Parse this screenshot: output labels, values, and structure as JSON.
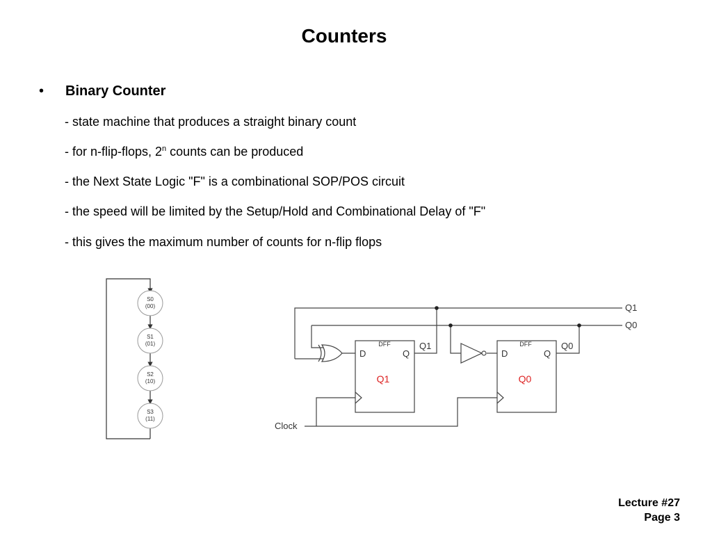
{
  "slide": {
    "title": "Counters",
    "bullet_symbol": "•",
    "bullet_heading": "Binary Counter",
    "points": [
      "- state machine that produces a straight binary count",
      "- the Next State Logic \"F\" is a combinational SOP/POS circuit",
      "- the speed will be limited by the Setup/Hold and Combinational Delay of \"F\"",
      "- this gives the maximum number of counts for n-flip flops"
    ],
    "point_flipflops": {
      "before": "- for n-flip-flops, 2",
      "superscript": "n",
      "after": " counts can be produced"
    }
  },
  "state_diagram": {
    "states": [
      {
        "name": "S0",
        "code": "(00)"
      },
      {
        "name": "S1",
        "code": "(01)"
      },
      {
        "name": "S2",
        "code": "(10)"
      },
      {
        "name": "S3",
        "code": "(11)"
      }
    ]
  },
  "circuit": {
    "outputs": [
      "Q1",
      "Q0"
    ],
    "clock_label": "Clock",
    "flipflops": [
      {
        "type": "DFF",
        "d": "D",
        "q": "Q",
        "inner": "Q1",
        "out": "Q1"
      },
      {
        "type": "DFF",
        "d": "D",
        "q": "Q",
        "inner": "Q0",
        "out": "Q0"
      }
    ]
  },
  "footer": {
    "lecture": "Lecture #27",
    "page": "Page 3"
  }
}
